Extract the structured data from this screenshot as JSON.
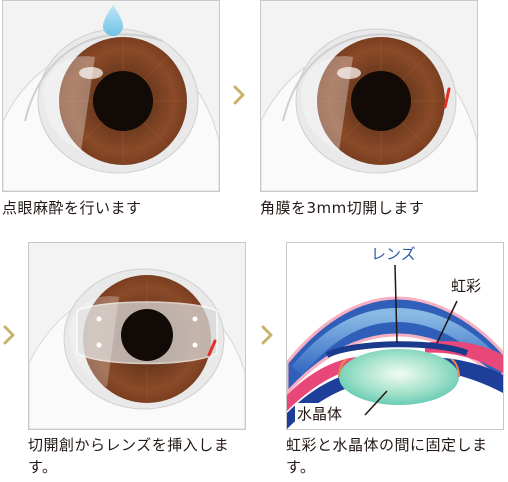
{
  "steps": [
    {
      "caption": "点眼麻酔を行います"
    },
    {
      "caption": "角膜を3mm切開します"
    },
    {
      "caption": "切開創からレンズを挿入します。"
    },
    {
      "caption": "虹彩と水晶体の間に固定します。"
    }
  ],
  "diagram_labels": {
    "lens": "レンズ",
    "iris": "虹彩",
    "crystalline_lens": "水晶体"
  },
  "colors": {
    "iris_brown": "#8a4a28",
    "incision_red": "#e0302a",
    "arrow_gold": "#c9b36a",
    "label_blue": "#2e5aa8"
  },
  "icons": [
    "eye-drop-icon",
    "chevron-right-icon"
  ]
}
